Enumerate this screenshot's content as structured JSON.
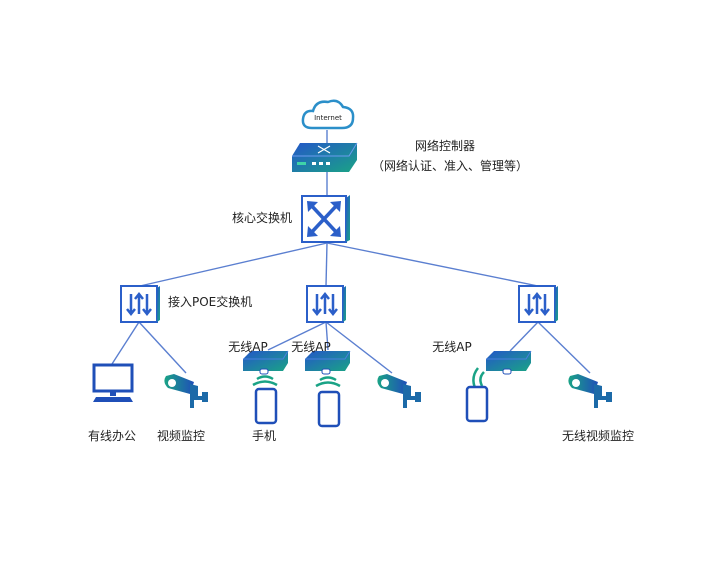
{
  "colors": {
    "primary": "#1f4fb8",
    "accent": "#1aa386",
    "line": "#5b7fd0"
  },
  "nodes": {
    "internet": "Internet",
    "controller": "网络控制器",
    "controller_note": "（网络认证、准入、管理等）",
    "core_switch": "核心交换机",
    "access_switch": "接入POE交换机",
    "ap1": "无线AP",
    "ap2": "无线AP",
    "ap3": "无线AP",
    "wired_office": "有线办公",
    "video_monitor": "视频监控",
    "phone": "手机",
    "wireless_video_monitor": "无线视频监控"
  }
}
